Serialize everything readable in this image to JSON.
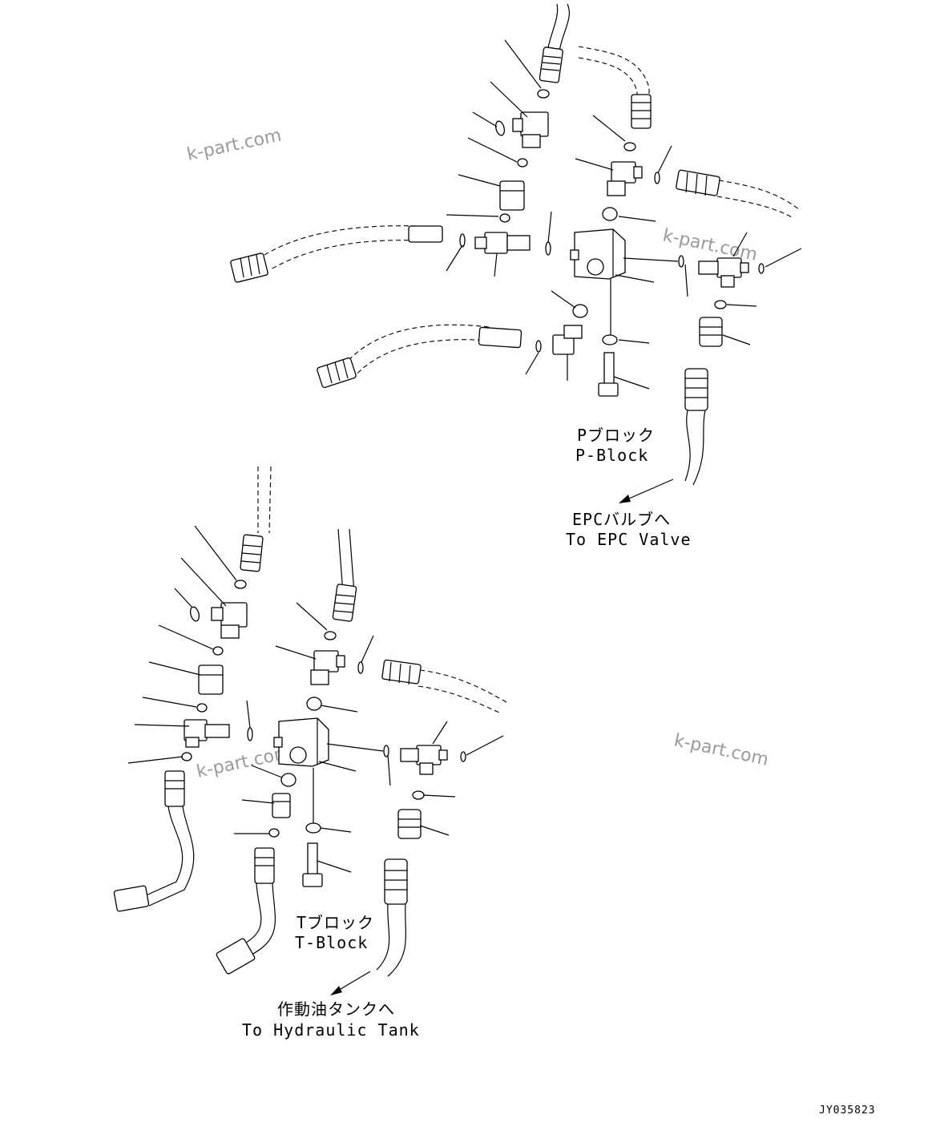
{
  "labels": {
    "p_block_jp": "Pブロック",
    "p_block_en": "P-Block",
    "epc_jp": "EPCバルブへ",
    "epc_en": "To EPC Valve",
    "t_block_jp": "Tブロック",
    "t_block_en": "T-Block",
    "tank_jp": "作動油タンクへ",
    "tank_en": "To Hydraulic Tank",
    "drawing_code": "JY035823"
  },
  "watermarks": [
    "k-part.com",
    "k-part.com",
    "k-part.com",
    "k-part.com"
  ]
}
